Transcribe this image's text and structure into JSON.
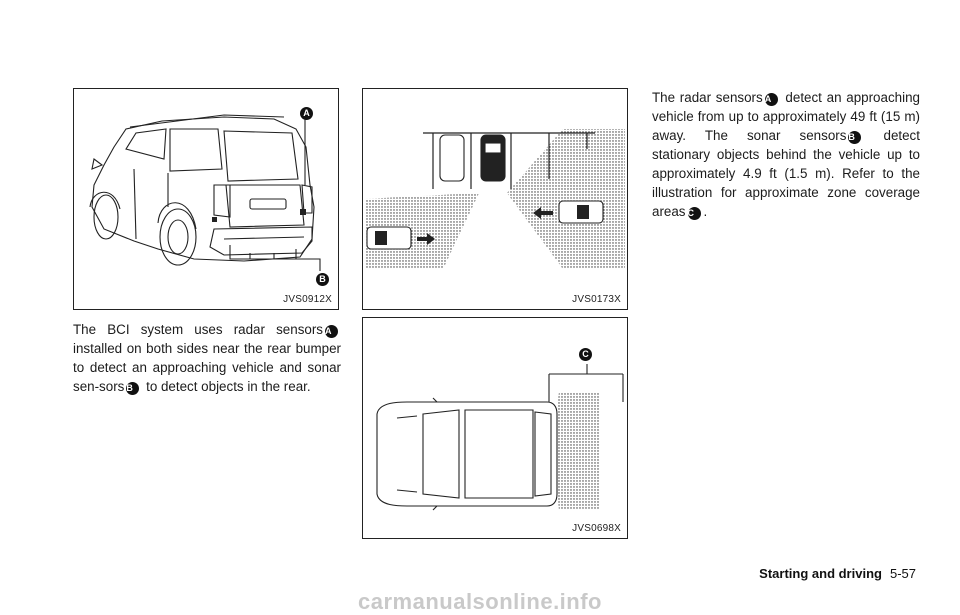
{
  "figures": {
    "fig1": {
      "code": "JVS0912X",
      "label_a": "A",
      "label_b": "B"
    },
    "fig2": {
      "code": "JVS0173X"
    },
    "fig3": {
      "code": "JVS0698X",
      "label_c": "C"
    }
  },
  "left_paragraph": {
    "t1": "The BCI system uses radar sensors",
    "a": "A",
    "t2": "installed on both sides near the rear bumper to detect an approaching vehicle and sonar sen-sors",
    "b": "B",
    "t3": "to detect objects in the rear."
  },
  "right_paragraph": {
    "t1": "The radar sensors",
    "a": "A",
    "t2": "detect an approaching vehicle from up to approximately 49 ft (15 m) away. The sonar sensors",
    "b": "B",
    "t3": "detect stationary objects behind the vehicle up to approximately 4.9 ft (1.5 m). Refer to the illustration for approximate zone coverage areas",
    "c": "C",
    "t4": "."
  },
  "footer": {
    "section": "Starting and driving",
    "page": "5-57"
  },
  "watermark": "carmanualsonline.info"
}
